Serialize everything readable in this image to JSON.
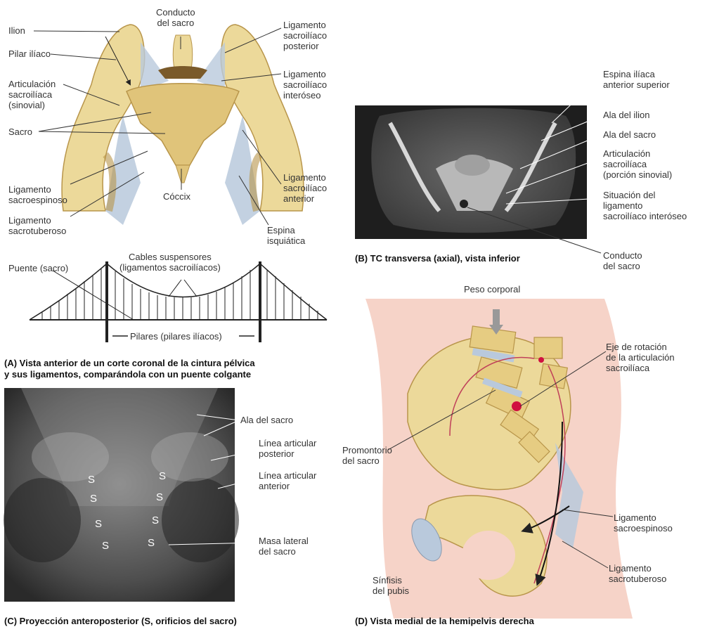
{
  "panel_a": {
    "labels": {
      "ilion": "Ilion",
      "pilar_iliaco": "Pilar ilíaco",
      "articulacion": "Articulación\nsacroilíaca\n(sinovial)",
      "sacro": "Sacro",
      "lig_sacroespinoso": "Ligamento\nsacroespinoso",
      "lig_sacrotuberoso": "Ligamento\nsacrotuberoso",
      "conducto_sacro": "Conducto\ndel sacro",
      "lig_posterior": "Ligamento\nsacroilíaco\nposterior",
      "lig_interoseo": "Ligamento\nsacroilíaco\ninteróseo",
      "coccix": "Cóccix",
      "lig_anterior": "Ligamento\nsacroilíaco\nanterior",
      "espina_isquiatica": "Espina\nisquiática",
      "cables": "Cables suspensores\n(ligamentos sacroilíacos)",
      "puente": "Puente (sacro)",
      "pilares": "Pilares (pilares ilíacos)"
    },
    "caption": "(A) Vista anterior de un corte coronal de la cintura pélvica\n     y sus ligamentos, comparándola con un puente colgante"
  },
  "panel_b": {
    "labels": {
      "espina_iliaca": "Espina ilíaca\nanterior superior",
      "ala_ilion": "Ala del ilion",
      "ala_sacro": "Ala del sacro",
      "articulacion": "Articulación\nsacroilíaca\n(porción sinovial)",
      "situacion": "Situación del\nligamento\nsacroilíaco interóseo",
      "conducto": "Conducto\ndel sacro"
    },
    "caption": "(B) TC transversa (axial), vista inferior"
  },
  "panel_c": {
    "labels": {
      "ala_sacro": "Ala del sacro",
      "linea_posterior": "Línea articular\nposterior",
      "linea_anterior": "Línea articular\nanterior",
      "masa_lateral": "Masa lateral\ndel sacro",
      "s": "S"
    },
    "caption": "(C) Proyección anteroposterior (S, orificios del sacro)"
  },
  "panel_d": {
    "labels": {
      "peso": "Peso corporal",
      "eje": "Eje de rotación\nde la articulación\nsacroilíaca",
      "promontorio": "Promontorio\ndel sacro",
      "lig_sacroespinoso": "Ligamento\nsacroespinoso",
      "lig_sacrotuberoso": "Ligamento\nsacrotuberoso",
      "sinfisis": "Sínfisis\ndel pubis"
    },
    "caption": "(D) Vista medial de la hemipelvis derecha"
  },
  "colors": {
    "bone": "#ecd99a",
    "bone_dark": "#c9a656",
    "ligament": "#b9c9dc",
    "skin": "#f6d3c8",
    "ct_bg": "#2c2c2c",
    "xray_bg": "#4a4a4a"
  }
}
